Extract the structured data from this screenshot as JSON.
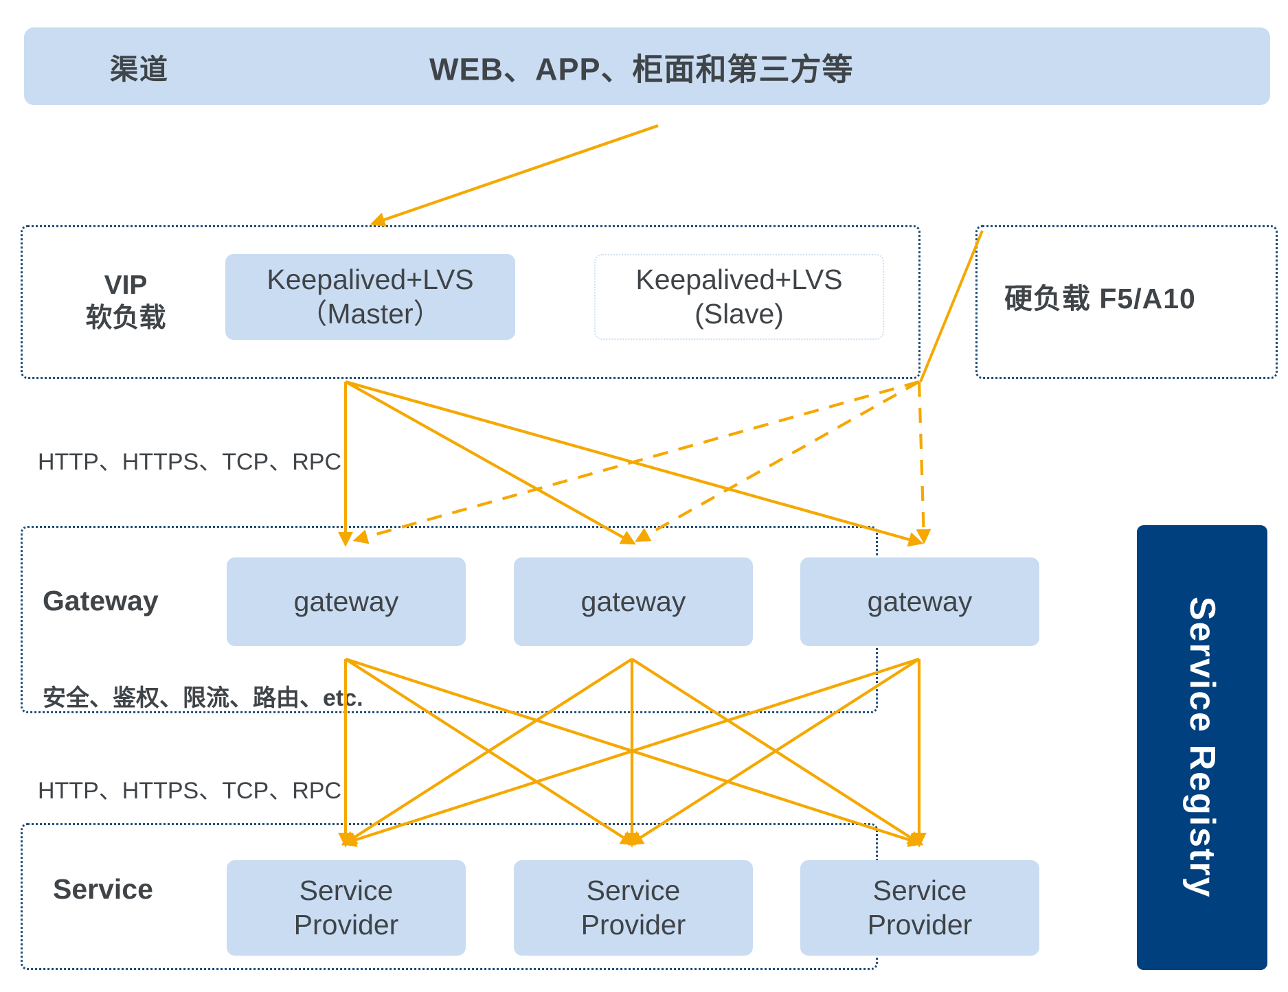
{
  "diagram": {
    "title_text_present": false,
    "accent_arrow_color": "#F5A800",
    "container_border_color": "#1F4E79",
    "chip_fill_color": "#CADCF2",
    "registry_color": "#00407E",
    "text_color": "#3F4448"
  },
  "channel": {
    "label": "渠道",
    "title": "WEB、APP、柜面和第三方等"
  },
  "vip_layer": {
    "label": "VIP\n软负载",
    "label_line1": "VIP",
    "label_line2": "软负载",
    "nodes": [
      {
        "name": "keepalived-master",
        "line1": "Keepalived+LVS",
        "line2": "（Master）",
        "style": "filled"
      },
      {
        "name": "keepalived-slave",
        "line1": "Keepalived+LVS",
        "line2": "(Slave)",
        "style": "ghost"
      }
    ]
  },
  "hardware_lb": {
    "label": "硬负载  F5/A10"
  },
  "gateway_layer": {
    "label": "Gateway",
    "feature_caption": "安全、鉴权、限流、路由、etc.",
    "nodes": [
      {
        "name": "gateway-1",
        "label": "gateway"
      },
      {
        "name": "gateway-2",
        "label": "gateway"
      },
      {
        "name": "gateway-3",
        "label": "gateway"
      }
    ]
  },
  "service_layer": {
    "label": "Service",
    "nodes": [
      {
        "name": "service-provider-1",
        "line1": "Service",
        "line2": "Provider"
      },
      {
        "name": "service-provider-2",
        "line1": "Service",
        "line2": "Provider"
      },
      {
        "name": "service-provider-3",
        "line1": "Service",
        "line2": "Provider"
      }
    ]
  },
  "protocol_captions": {
    "vip_to_gateway": "HTTP、HTTPS、TCP、RPC",
    "gateway_to_service": "HTTP、HTTPS、TCP、RPC"
  },
  "registry": {
    "label": "Service Registry"
  },
  "connections": {
    "channel_to_vip": {
      "style": "solid",
      "from": "channel-banner",
      "to": "vip-layer"
    },
    "master_to_gateways": {
      "style": "solid",
      "count": 3
    },
    "hardlb_to_gateways": {
      "style": "dashed",
      "count": 3
    },
    "gateways_to_services": {
      "style": "solid",
      "count": 9
    }
  }
}
